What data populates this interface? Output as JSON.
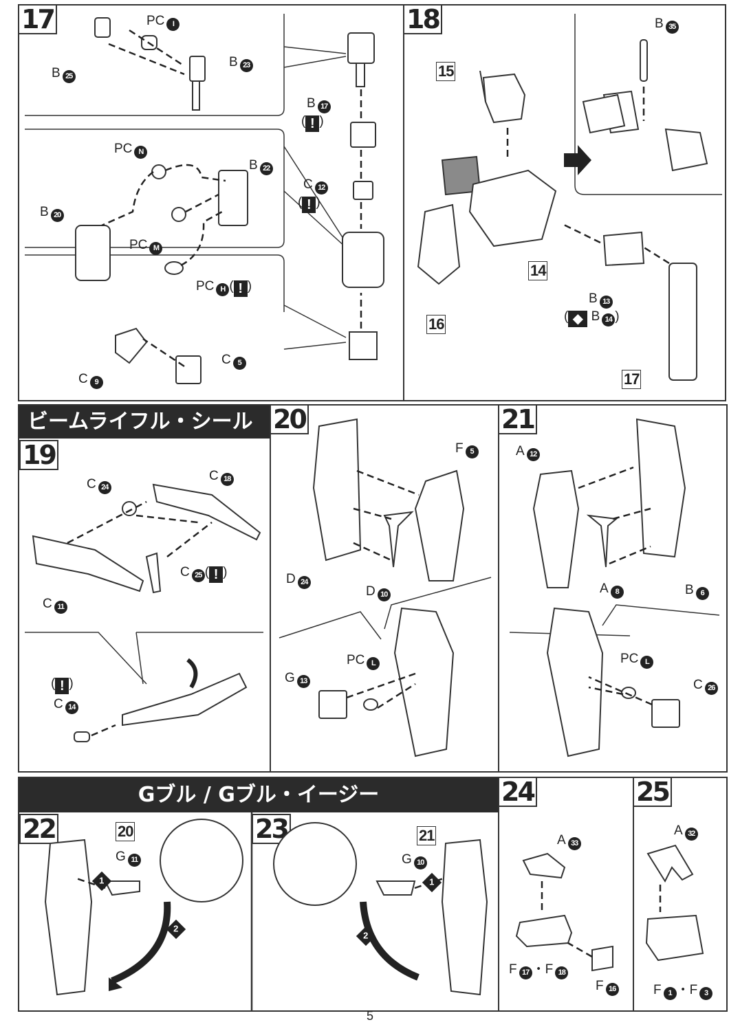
{
  "page_number": "5",
  "sections": {
    "beam_rifle_shield": "ビームライフル・シールド",
    "g_bull": "Gブル / Gブル・イージー"
  },
  "warning_glyph": "!",
  "steps": {
    "s17": {
      "number": "17",
      "labels": {
        "pc_i": {
          "prefix": "PC",
          "num": "I"
        },
        "b23": {
          "prefix": "B",
          "num": "23"
        },
        "b25": {
          "prefix": "B",
          "num": "25"
        },
        "b17": {
          "prefix": "B",
          "num": "17"
        },
        "c12": {
          "prefix": "C",
          "num": "12"
        },
        "pc_n": {
          "prefix": "PC",
          "num": "N"
        },
        "b22": {
          "prefix": "B",
          "num": "22"
        },
        "b20": {
          "prefix": "B",
          "num": "20"
        },
        "pc_m": {
          "prefix": "PC",
          "num": "M"
        },
        "pc_h": {
          "prefix": "PC",
          "num": "H"
        },
        "c5": {
          "prefix": "C",
          "num": "5"
        },
        "c9": {
          "prefix": "C",
          "num": "9"
        }
      }
    },
    "s18": {
      "number": "18",
      "refs": {
        "r15": "15",
        "r14": "14",
        "r16": "16",
        "r17": "17"
      },
      "labels": {
        "b35": {
          "prefix": "B",
          "num": "35"
        },
        "b13": {
          "prefix": "B",
          "num": "13"
        },
        "b14": {
          "prefix": "B",
          "num": "14"
        }
      }
    },
    "s19": {
      "number": "19",
      "labels": {
        "c24": {
          "prefix": "C",
          "num": "24"
        },
        "c18": {
          "prefix": "C",
          "num": "18"
        },
        "c25": {
          "prefix": "C",
          "num": "25"
        },
        "c11": {
          "prefix": "C",
          "num": "11"
        },
        "c14": {
          "prefix": "C",
          "num": "14"
        }
      }
    },
    "s20": {
      "number": "20",
      "labels": {
        "f5": {
          "prefix": "F",
          "num": "5"
        },
        "d24": {
          "prefix": "D",
          "num": "24"
        },
        "d10": {
          "prefix": "D",
          "num": "10"
        },
        "pc_l": {
          "prefix": "PC",
          "num": "L"
        },
        "g13": {
          "prefix": "G",
          "num": "13"
        }
      }
    },
    "s21": {
      "number": "21",
      "labels": {
        "a12": {
          "prefix": "A",
          "num": "12"
        },
        "a8": {
          "prefix": "A",
          "num": "8"
        },
        "b6": {
          "prefix": "B",
          "num": "6"
        },
        "pc_l": {
          "prefix": "PC",
          "num": "L"
        },
        "c26": {
          "prefix": "C",
          "num": "26"
        }
      }
    },
    "s22": {
      "number": "22",
      "refs": {
        "r20": "20"
      },
      "labels": {
        "g11": {
          "prefix": "G",
          "num": "11"
        }
      },
      "order": [
        "1",
        "2"
      ]
    },
    "s23": {
      "number": "23",
      "refs": {
        "r21": "21"
      },
      "labels": {
        "g10": {
          "prefix": "G",
          "num": "10"
        }
      },
      "order": [
        "1",
        "2"
      ]
    },
    "s24": {
      "number": "24",
      "labels": {
        "a33": {
          "prefix": "A",
          "num": "33"
        },
        "f17": {
          "prefix": "F",
          "num": "17"
        },
        "f18": {
          "prefix": "F",
          "num": "18"
        },
        "f16": {
          "prefix": "F",
          "num": "16"
        }
      },
      "joiner": "・"
    },
    "s25": {
      "number": "25",
      "labels": {
        "a32": {
          "prefix": "A",
          "num": "32"
        },
        "f1": {
          "prefix": "F",
          "num": "1"
        },
        "f3": {
          "prefix": "F",
          "num": "3"
        }
      },
      "joiner": "・"
    }
  }
}
